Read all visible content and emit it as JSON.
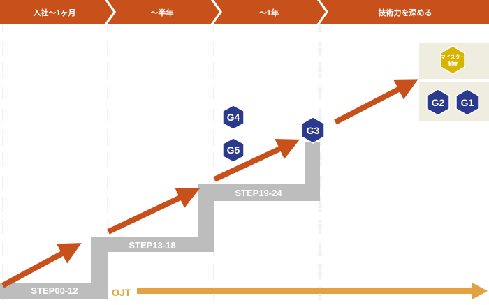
{
  "header": {
    "phases": [
      "入社〜1ヶ月",
      "〜半年",
      "〜1年",
      "技術力を深める"
    ]
  },
  "steps": [
    "STEP00-12",
    "STEP13-18",
    "STEP19-24"
  ],
  "grades": {
    "g4": "G4",
    "g5": "G5",
    "g3": "G3",
    "g2": "G2",
    "g1": "G1"
  },
  "meister": {
    "line1": "マイスター",
    "line2": "制度"
  },
  "ojt": {
    "label": "OJT"
  },
  "colors": {
    "header": "#c8501a",
    "arrow": "#c8501a",
    "stair": "#bdbdbd",
    "badge": "#2b3a8c",
    "meister_badge": "#d7b400",
    "meister_bg": "#efece0",
    "ojt": "#e3a23f"
  }
}
